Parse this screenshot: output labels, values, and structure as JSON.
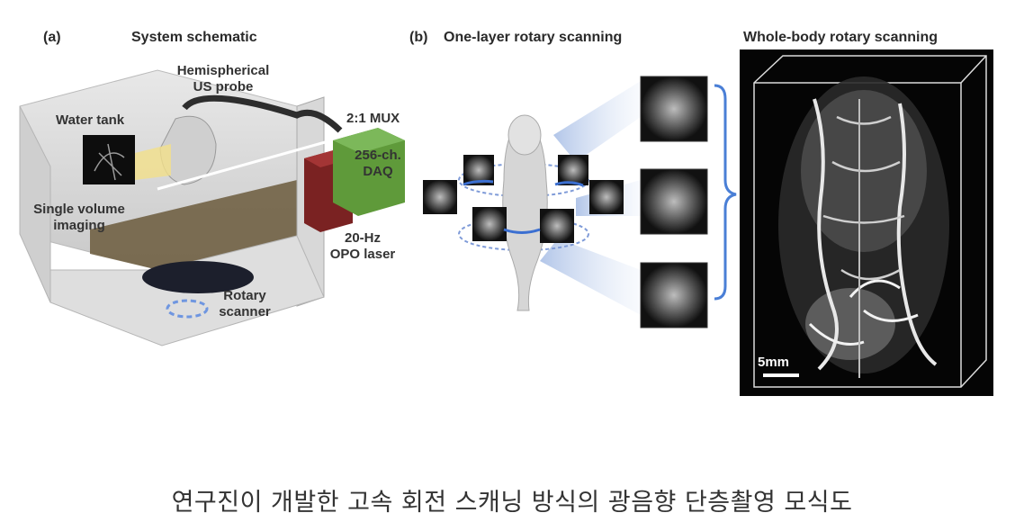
{
  "panel_a": {
    "letter": "(a)",
    "title": "System schematic",
    "labels": {
      "probe_line1": "Hemispherical",
      "probe_line2": "US probe",
      "water_tank": "Water tank",
      "mux": "2:1 MUX",
      "daq_line1": "256-ch.",
      "daq_line2": "DAQ",
      "single_line1": "Single volume",
      "single_line2": "imaging",
      "laser_line1": "20-Hz",
      "laser_line2": "OPO laser",
      "rotary_line1": "Rotary",
      "rotary_line2": "scanner"
    }
  },
  "panel_b": {
    "letter": "(b)",
    "title": "One-layer rotary scanning"
  },
  "panel_c": {
    "title": "Whole-body rotary scanning",
    "scale_label": "5mm"
  },
  "caption": "연구진이 개발한 고속 회전 스캐닝 방식의 광음향 단층촬영 모식도",
  "colors": {
    "laser_box": "#8b2a2a",
    "daq_box": "#5d9a3a",
    "bracket": "#4a7fd6",
    "vessel_bg": "#050505"
  }
}
